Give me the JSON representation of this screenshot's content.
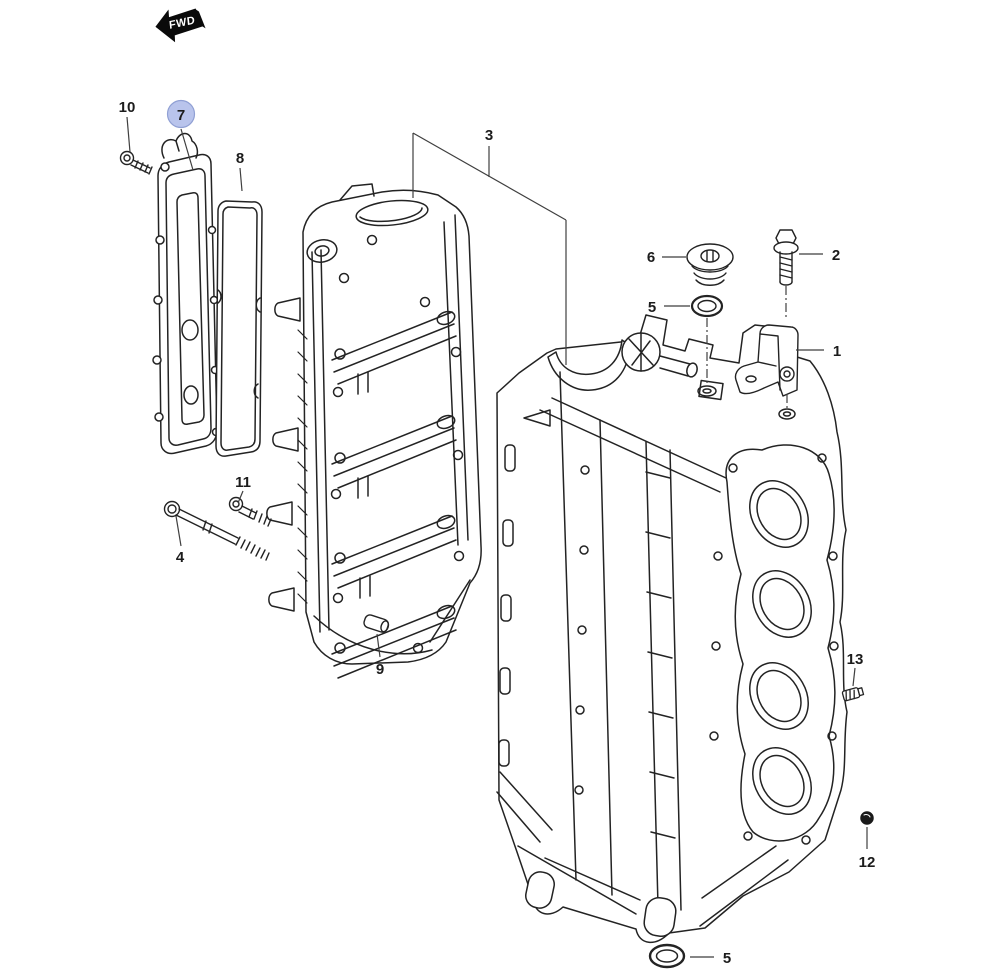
{
  "diagram": {
    "fwd_label": "FWD",
    "selected_part": "7",
    "colors": {
      "line": "#232323",
      "leader": "#3f3f3f",
      "background": "#ffffff",
      "label_text": "#1c1c1c",
      "highlight_fill": "#b9c4ec",
      "highlight_stroke": "#90a0d4",
      "fwd_tag_fill": "#0a0a0a",
      "fwd_tag_text": "#ffffff"
    },
    "labels": [
      {
        "number": "10"
      },
      {
        "number": "7"
      },
      {
        "number": "8"
      },
      {
        "number": "3"
      },
      {
        "number": "6"
      },
      {
        "number": "2"
      },
      {
        "number": "5"
      },
      {
        "number": "1"
      },
      {
        "number": "11"
      },
      {
        "number": "4"
      },
      {
        "number": "9"
      },
      {
        "number": "13"
      },
      {
        "number": "12"
      },
      {
        "number": "5"
      }
    ]
  }
}
